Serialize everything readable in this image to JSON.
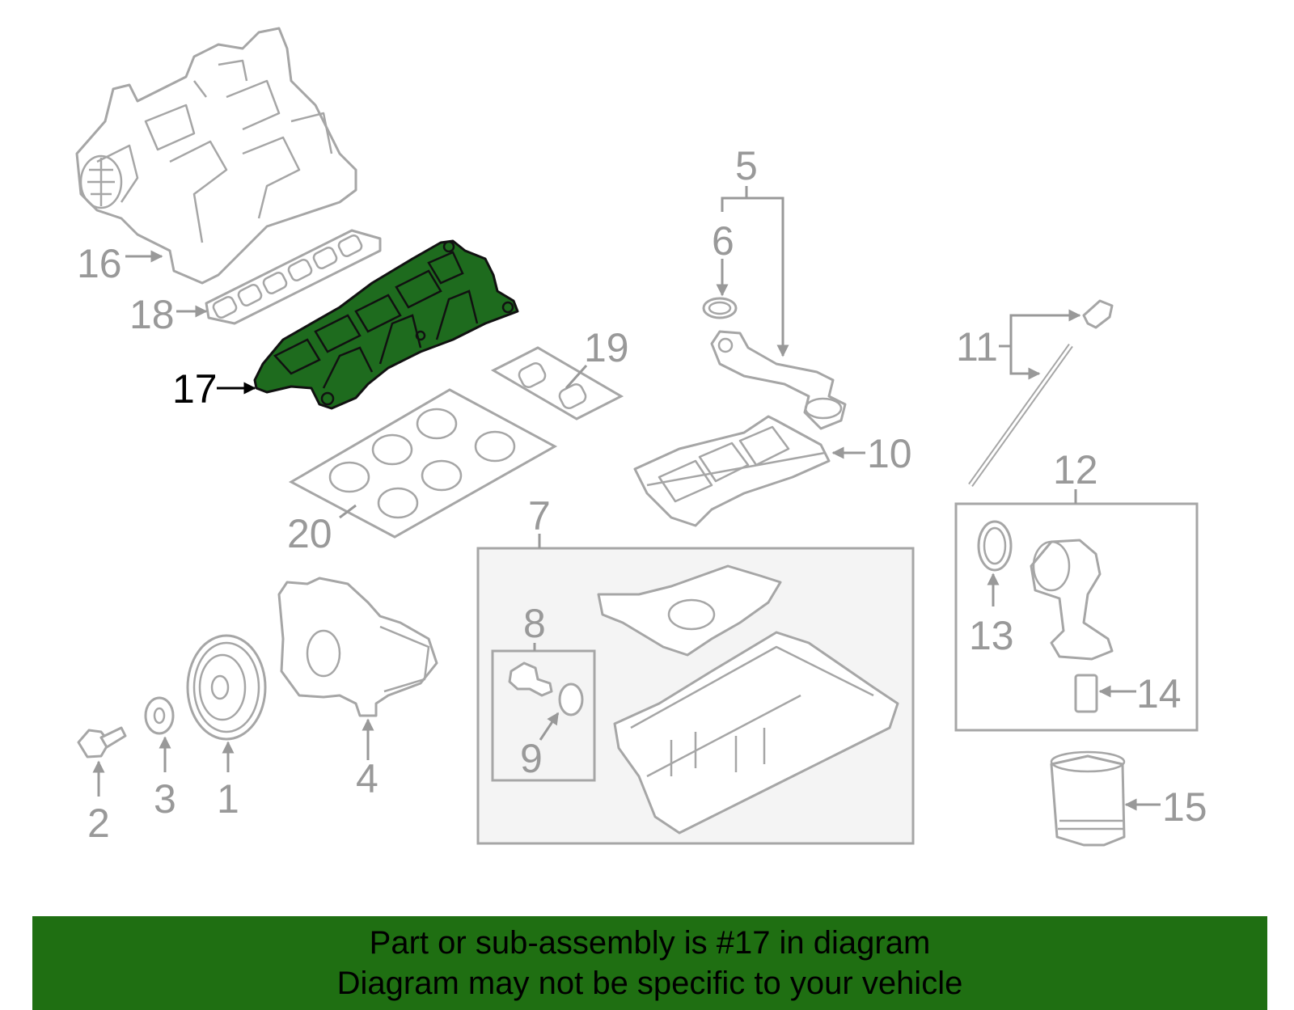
{
  "diagram": {
    "callouts": {
      "c1": "1",
      "c2": "2",
      "c3": "3",
      "c4": "4",
      "c5": "5",
      "c6": "6",
      "c7": "7",
      "c8": "8",
      "c9": "9",
      "c10": "10",
      "c11": "11",
      "c12": "12",
      "c13": "13",
      "c14": "14",
      "c15": "15",
      "c16": "16",
      "c17": "17",
      "c18": "18",
      "c19": "19",
      "c20": "20"
    },
    "highlight_part": "17",
    "colors": {
      "line": "#999999",
      "highlight_fill": "#1e6b1e",
      "highlight_label": "#000000",
      "box_fill": "#f4f4f4"
    }
  },
  "banner": {
    "line1": "Part or sub-assembly is #17 in diagram",
    "line2": "Diagram may not be specific to your vehicle",
    "background": "#1f6f12"
  }
}
